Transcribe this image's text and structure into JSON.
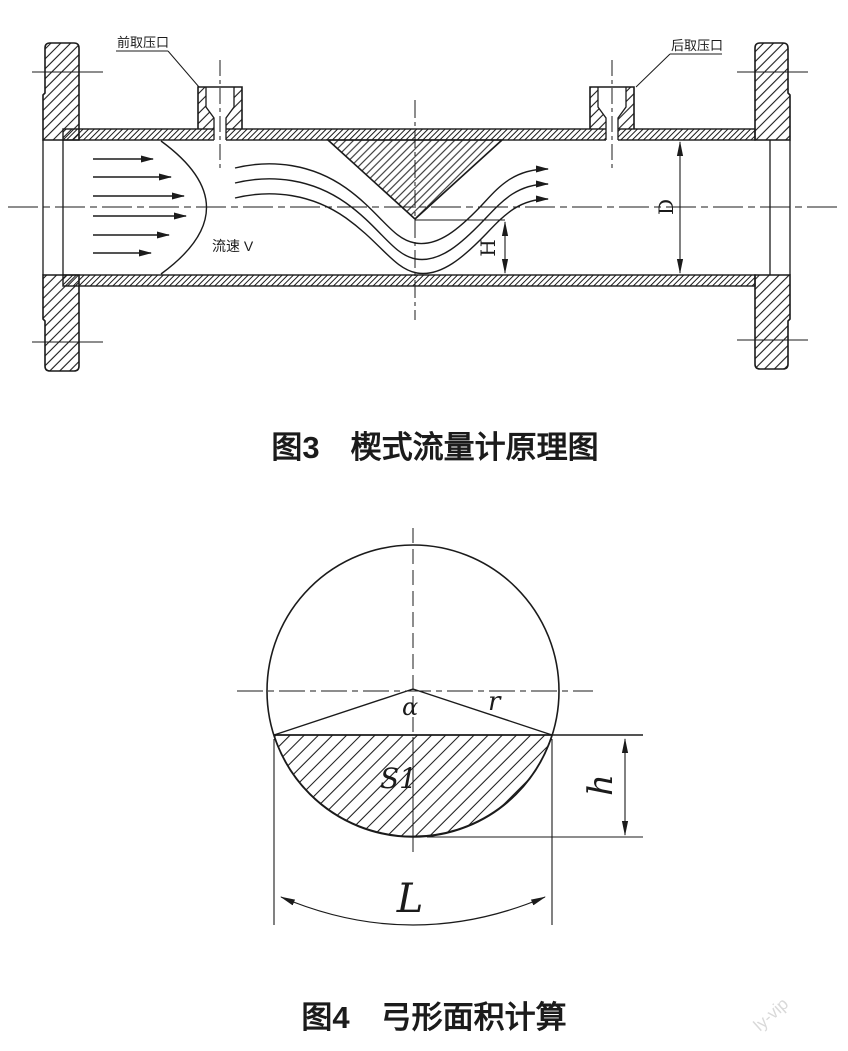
{
  "figure3": {
    "caption": "图3　楔式流量计原理图",
    "labels": {
      "front_tap": "前取压口",
      "rear_tap": "后取压口",
      "velocity": "流速 V",
      "dim_H": "H",
      "dim_D": "D"
    }
  },
  "figure4": {
    "caption": "图4　弓形面积计算",
    "labels": {
      "alpha": "α",
      "radius": "r",
      "segment_area": "S1",
      "dim_h": "h",
      "chord_L": "L"
    }
  },
  "watermark": "ly-vip",
  "colors": {
    "line": "#1b1b1b",
    "background": "#ffffff",
    "watermark": "#d9d9d9"
  }
}
